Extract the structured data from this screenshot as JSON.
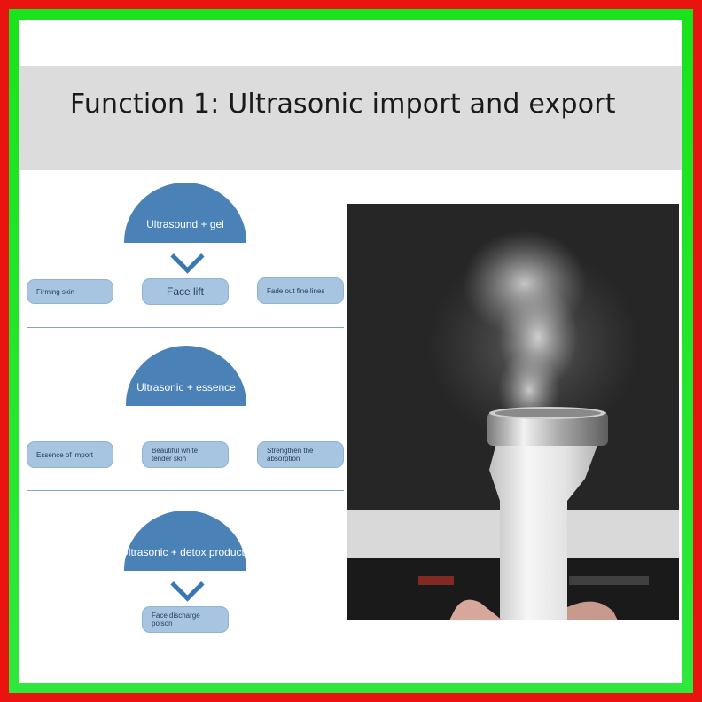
{
  "header": {
    "title": "Function 1: Ultrasonic import and export"
  },
  "flow": {
    "section1": {
      "dome_label": "Ultrasound + gel",
      "items": [
        "Firming skin",
        "Face lift",
        "Fade out fine lines"
      ]
    },
    "section2": {
      "dome_label": "Ultrasonic + essence",
      "items": [
        "Essence of import",
        "Beautiful white tender skin",
        "Strengthen the absorption"
      ]
    },
    "section3": {
      "dome_label": "Ultrasonic + detox products",
      "items": [
        "Face discharge poison"
      ]
    }
  },
  "colors": {
    "outer_border": "#e9130f",
    "inner_border": "#19e31b",
    "header_band": "#dcdcdc",
    "dome": "#4a82b8",
    "pill": "#a7c4e1"
  }
}
